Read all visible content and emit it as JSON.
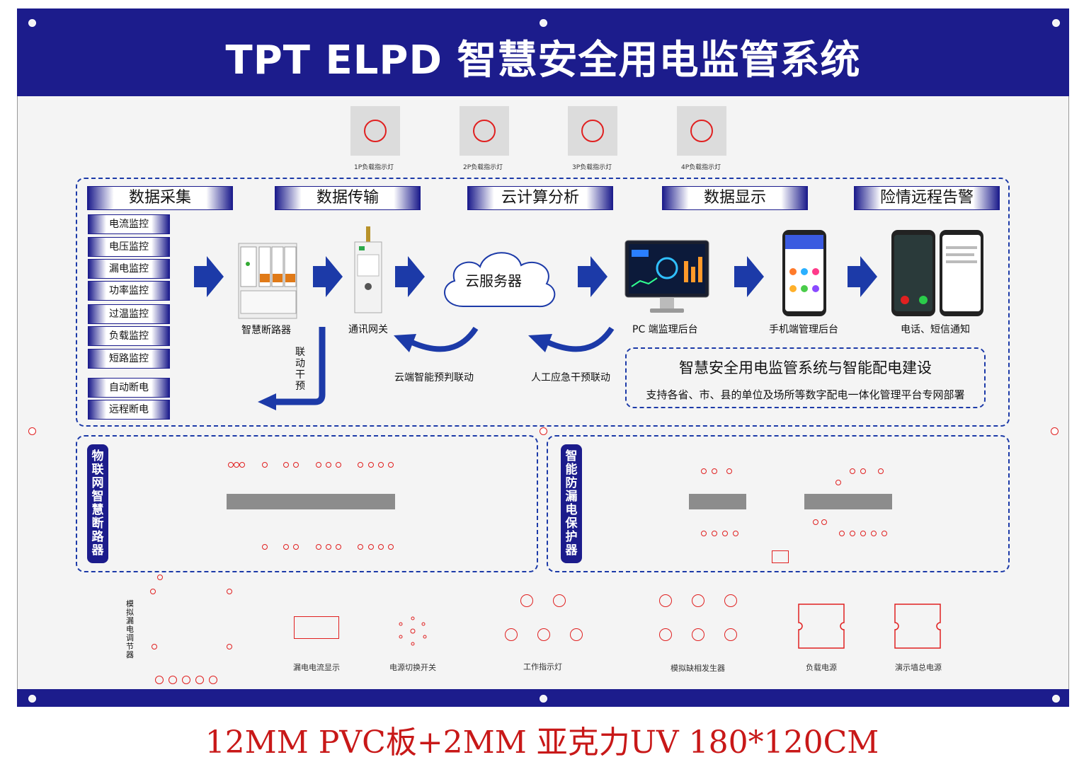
{
  "title": "TPT ELPD 智慧安全用电监管系统",
  "lamps": [
    "1P负载指示灯",
    "2P负载指示灯",
    "3P负载指示灯",
    "4P负载指示灯"
  ],
  "stages": [
    "数据采集",
    "数据传输",
    "云计算分析",
    "数据显示",
    "险情远程告警"
  ],
  "monitors": [
    "电流监控",
    "电压监控",
    "漏电监控",
    "功率监控",
    "过温监控",
    "负载监控",
    "短路监控",
    "自动断电",
    "远程断电"
  ],
  "devices": {
    "breaker": "智慧断路器",
    "gateway": "通讯网关",
    "cloud": "云服务器",
    "pc": "PC 端监理后台",
    "mobile": "手机端管理后台",
    "alarm": "电话、短信通知"
  },
  "linkage": {
    "vertical": "联动干预",
    "cloud_predict": "云端智能预判联动",
    "manual": "人工应急干预联动"
  },
  "infobox": {
    "title": "智慧安全用电监管系统与智能配电建设",
    "subtitle": "支持各省、市、县的单位及场所等数字配电一体化管理平台专网部署"
  },
  "panels": {
    "iot_breaker": "物联网智慧断路器",
    "anti_leak": "智能防漏电保护器"
  },
  "bottom_labels": {
    "sim_leak": "模拟漏电调节器",
    "leak_display": "漏电电流显示",
    "power_switch": "电源切换开关",
    "work_light": "工作指示灯",
    "phase_gen": "模拟缺相发生器",
    "load_power": "负载电源",
    "demo_power": "演示墙总电源"
  },
  "footer": "12MM PVC板+2MM 亚克力UV 180*120CM",
  "colors": {
    "brand": "#1c1c8c",
    "accent": "#e02020",
    "footer": "#c81818"
  }
}
